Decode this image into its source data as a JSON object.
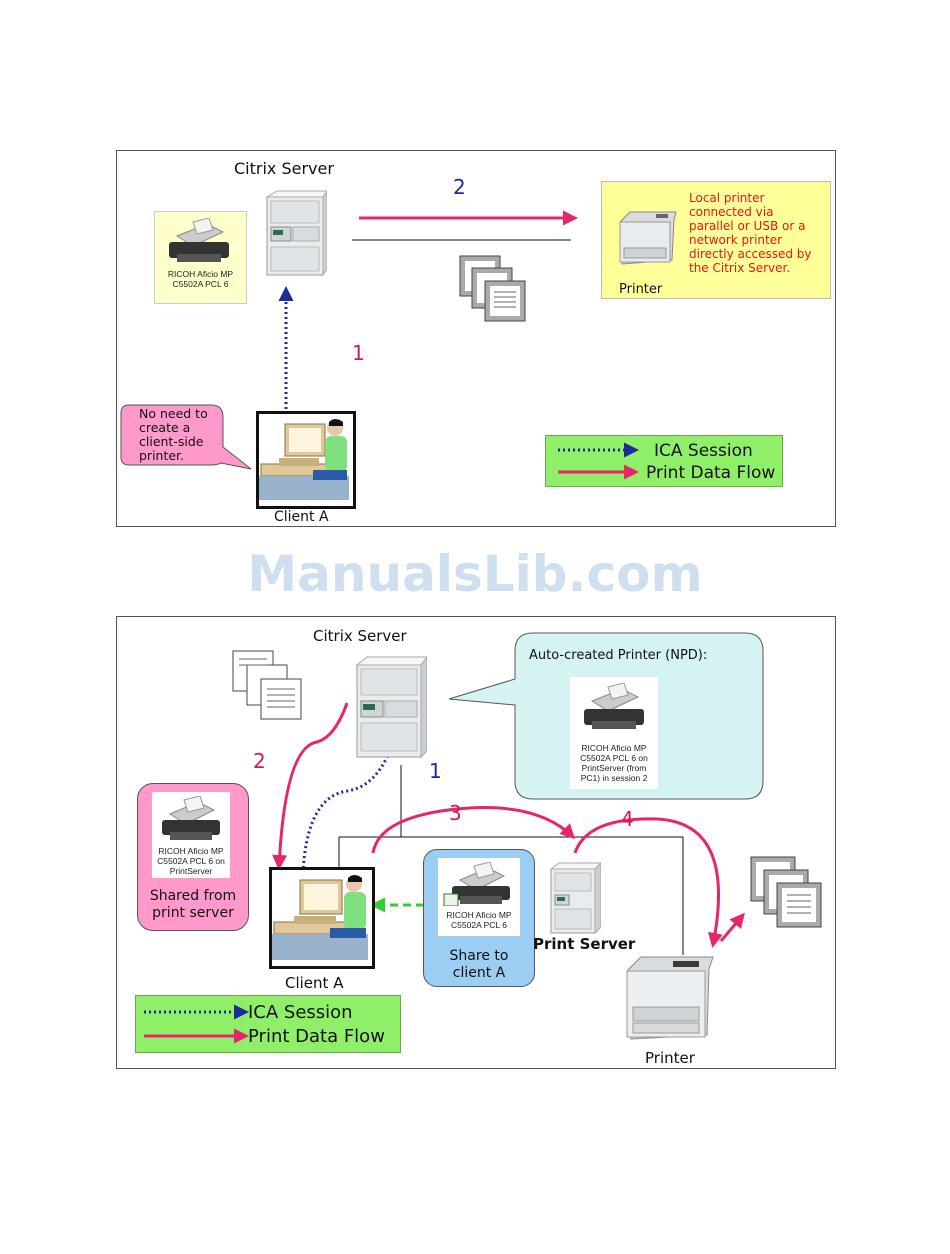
{
  "diagram1": {
    "server_label": "Citrix Server",
    "step_2": "2",
    "step_1": "1",
    "printer_icon_caption": [
      "RICOH Aficio MP",
      "C5502A PCL 6"
    ],
    "local_printer_note": [
      "Local printer",
      "connected via",
      "parallel or USB or a",
      "network printer",
      "directly accessed by",
      "the Citrix Server."
    ],
    "printer_label": "Printer",
    "client_note": [
      "No need to",
      "create a",
      "client-side",
      "printer."
    ],
    "client_label": "Client A",
    "legend": {
      "ica": "ICA Session",
      "print": "Print Data Flow"
    }
  },
  "watermark": "ManualsLib.com",
  "diagram2": {
    "server_label": "Citrix Server",
    "auto_created_title": "Auto-created Printer (NPD):",
    "auto_printer_caption": [
      "RICOH Aficio MP",
      "C5502A PCL 6 on",
      "PrintServer (from",
      "PC1) in session 2"
    ],
    "shared_printer_caption": [
      "RICOH Aficio MP",
      "C5502A PCL 6 on",
      "PrintServer"
    ],
    "shared_note": [
      "Shared from",
      "print server"
    ],
    "share_printer_caption": [
      "RICOH Aficio MP",
      "C5502A PCL 6"
    ],
    "share_note": [
      "Share to",
      "client  A"
    ],
    "print_server_label": "Print Server",
    "client_label": "Client A",
    "printer_label": "Printer",
    "step_1": "1",
    "step_2": "2",
    "step_3": "3",
    "step_4": "4",
    "legend": {
      "ica": "ICA Session",
      "print": "Print Data Flow"
    }
  },
  "colors": {
    "print_flow": "#e8246a",
    "ica_session": "#1d2a9a",
    "legend_bg": "#8fef68",
    "note_yellow": "#ffff99",
    "note_pink": "#ff99cc",
    "note_lightblue": "#d6f3f3",
    "note_blue": "#9ccdf2",
    "share_arrow": "#33cc33",
    "red_text": "#e01818"
  }
}
